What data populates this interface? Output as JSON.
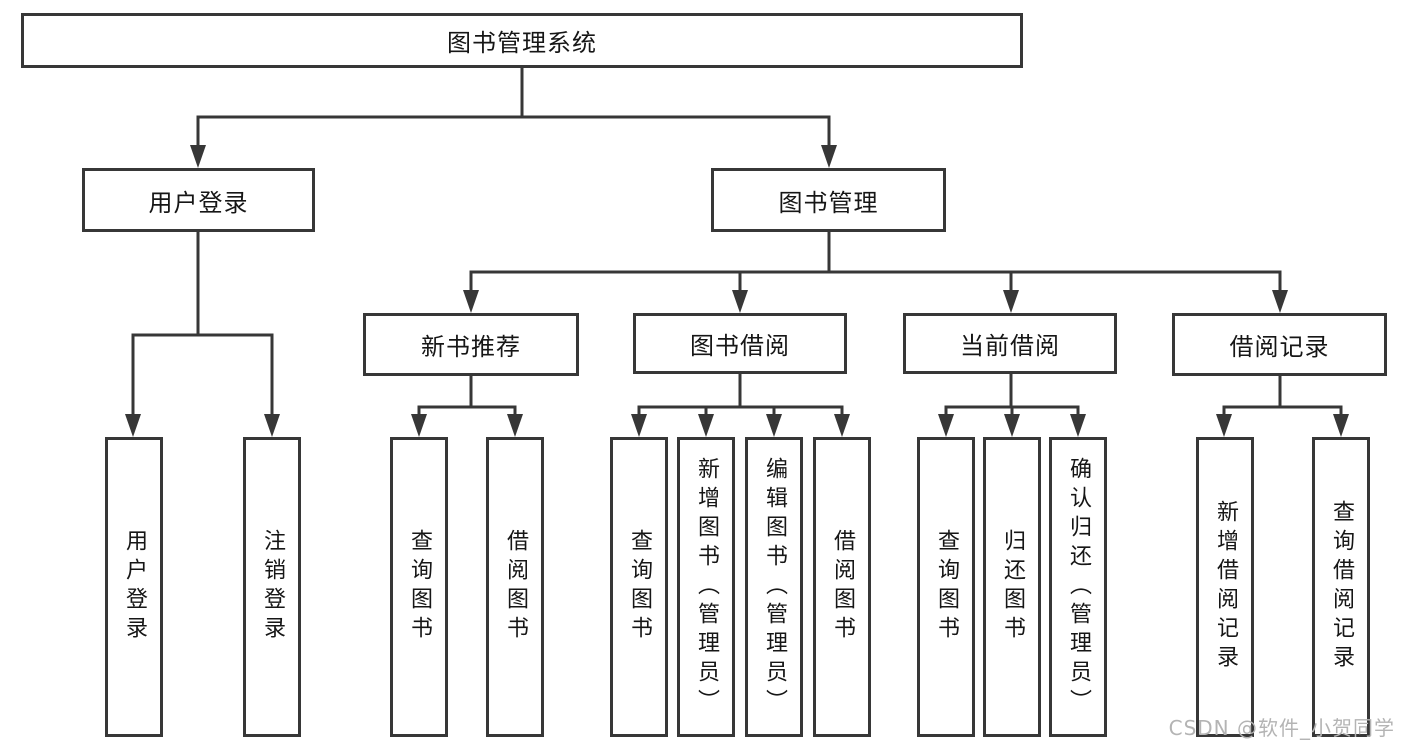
{
  "tree": {
    "root": {
      "label": "图书管理系统"
    },
    "branches": [
      {
        "label": "用户登录",
        "children": [
          {
            "label": "用户登录"
          },
          {
            "label": "注销登录"
          }
        ]
      },
      {
        "label": "图书管理",
        "sections": [
          {
            "label": "新书推荐",
            "children": [
              {
                "label": "查询图书"
              },
              {
                "label": "借阅图书"
              }
            ]
          },
          {
            "label": "图书借阅",
            "children": [
              {
                "label": "查询图书"
              },
              {
                "label": "新增图书（管理员）"
              },
              {
                "label": "编辑图书（管理员）"
              },
              {
                "label": "借阅图书"
              }
            ]
          },
          {
            "label": "当前借阅",
            "children": [
              {
                "label": "查询图书"
              },
              {
                "label": "归还图书"
              },
              {
                "label": "确认归还（管理员）"
              }
            ]
          },
          {
            "label": "借阅记录",
            "children": [
              {
                "label": "新增借阅记录"
              },
              {
                "label": "查询借阅记录"
              }
            ]
          }
        ]
      }
    ]
  },
  "watermark": {
    "text": "CSDN @软件_小贺同学"
  },
  "colors": {
    "line": "#373737",
    "box_border": "#373737",
    "text": "#161616",
    "watermark": "#b4b4b4",
    "background": "#ffffff"
  }
}
